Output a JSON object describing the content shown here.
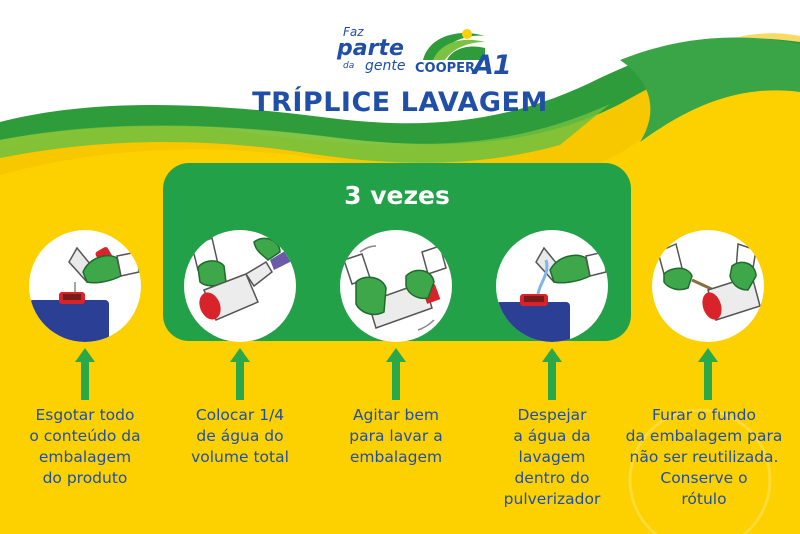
{
  "header": {
    "slogan": {
      "line1": "Faz",
      "line2": "parte",
      "line3": "da",
      "line4": "gente"
    },
    "brand": {
      "cooper": "COOPER",
      "a1": "A1"
    },
    "title": "TRÍPLICE LAVAGEM"
  },
  "center_box": {
    "title": "3 vezes"
  },
  "steps": [
    {
      "caption_lines": [
        "Esgotar todo",
        "o conteúdo da",
        "embalagem",
        "do produto"
      ],
      "illustration": "pour-out-illustration"
    },
    {
      "caption_lines": [
        "Colocar 1/4",
        "de água do",
        "volume total"
      ],
      "illustration": "fill-water-illustration"
    },
    {
      "caption_lines": [
        "Agitar bem",
        "para lavar a",
        "embalagem"
      ],
      "illustration": "shake-illustration"
    },
    {
      "caption_lines": [
        "Despejar",
        "a água da",
        "lavagem",
        "dentro do",
        "pulverizador"
      ],
      "illustration": "pour-into-sprayer-illustration"
    },
    {
      "caption_lines": [
        "Furar o fundo",
        "da embalagem para",
        "não ser reutilizada.",
        "Conserve o",
        "rótulo"
      ],
      "illustration": "pierce-illustration"
    }
  ],
  "colors": {
    "yellow": "#fdd000",
    "green": "#23a149",
    "blue": "#1f4fa6",
    "arrow_green": "#2aa84a"
  }
}
